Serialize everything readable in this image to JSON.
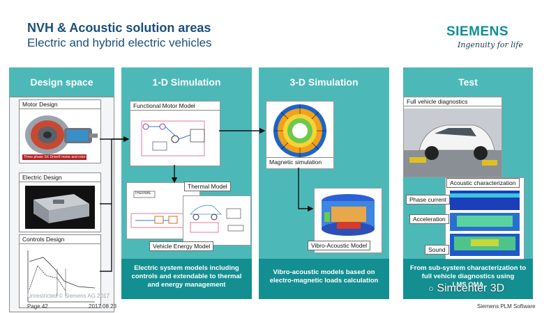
{
  "header": {
    "title": "NVH & Acoustic solution areas",
    "subtitle": "Electric and hybrid electric vehicles",
    "logo": "SIEMENS",
    "tagline": "Ingenuity for life"
  },
  "columns": {
    "design": {
      "heading": "Design space",
      "motor_label": "Motor Design",
      "motor_caption": "Three phase SX Drive® motor and rotor",
      "electric_label": "Electric Design",
      "controls_label": "Controls Design"
    },
    "sim1d": {
      "heading": "1-D Simulation",
      "functional_label": "Functional Motor Model",
      "thermal_label": "Thermal Model",
      "thermal_tag": "THERMAL",
      "vehicle_label": "Vehicle Energy Model",
      "description": "Electric system models including controls and extendable to thermal and energy management"
    },
    "sim3d": {
      "heading": "3-D Simulation",
      "magnetic_label": "Magnetic simulation",
      "vibro_label": "Vibro-Acoustic Model",
      "description": "Vibro-acoustic models based on electro-magnetic loads calculation"
    },
    "test": {
      "heading": "Test",
      "diagnostics_label": "Full vehicle diagnostics",
      "acoustic_label": "Acoustic characterization",
      "phase_label": "Phase current",
      "accel_label": "Acceleration",
      "sound_label": "Sound",
      "description": "From sub-system characterization to full vehicle diagnostics using",
      "description_tail": "LMS OMA"
    }
  },
  "footer": {
    "classification": "Unrestricted © Siemens AG 2017",
    "page": "Page 42",
    "date": "2017.08.23",
    "company": "Siemens PLM Software",
    "watermark": "Simcenter 3D"
  },
  "colors": {
    "panel": "#4db8b8",
    "panel_dark": "#138f92",
    "title": "#1a4f7a",
    "logo": "#0e8e96"
  }
}
